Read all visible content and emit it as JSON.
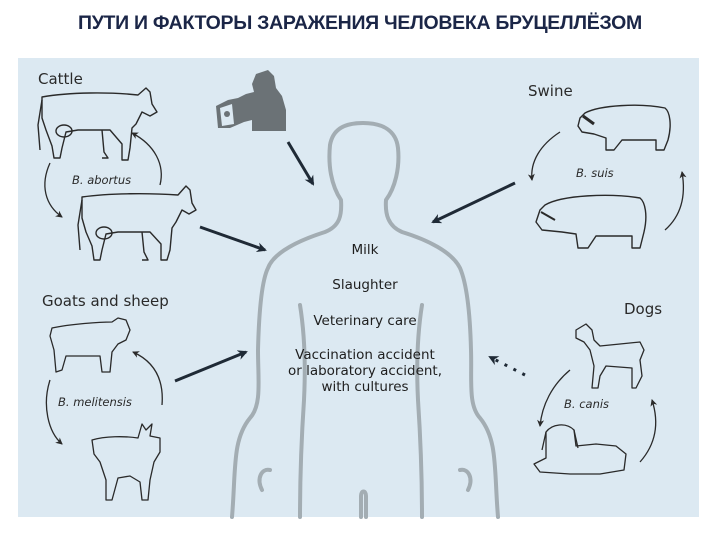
{
  "title": "ПУТИ И ФАКТОРЫ ЗАРАЖЕНИЯ ЧЕЛОВЕКА БРУЦЕЛЛЁЗОМ",
  "colors": {
    "background": "#ffffff",
    "panel": "#dce9f2",
    "title": "#1b2647",
    "body_outline": "#a3adb3",
    "arrow": "#1f2a36",
    "lab_icon": "#6b7276"
  },
  "sources": {
    "cattle": {
      "label": "Cattle",
      "species": "B. abortus",
      "icons": [
        "cow-icon",
        "cow-icon"
      ]
    },
    "swine": {
      "label": "Swine",
      "species": "B. suis",
      "icons": [
        "pig-icon",
        "pig-icon"
      ]
    },
    "goats_sheep": {
      "label": "Goats and sheep",
      "species": "B. melitensis",
      "icons": [
        "sheep-icon",
        "goat-icon"
      ]
    },
    "dogs": {
      "label": "Dogs",
      "species": "B. canis",
      "icons": [
        "dog-standing-icon",
        "dog-lying-icon"
      ]
    },
    "laboratory": {
      "icon": "microscope-person-icon"
    }
  },
  "routes": {
    "milk": "Milk",
    "slaughter": "Slaughter",
    "veterinary": "Veterinary care",
    "vaccination_line1": "Vaccination accident",
    "vaccination_line2": "or laboratory accident,",
    "vaccination_line3": "with cultures"
  },
  "arrows": [
    {
      "from": "laboratory",
      "to": "human",
      "style": "solid"
    },
    {
      "from": "cattle",
      "to": "human",
      "style": "solid"
    },
    {
      "from": "swine",
      "to": "human",
      "style": "solid"
    },
    {
      "from": "goats_sheep",
      "to": "human",
      "style": "solid"
    },
    {
      "from": "dogs",
      "to": "human",
      "style": "dotted"
    }
  ]
}
